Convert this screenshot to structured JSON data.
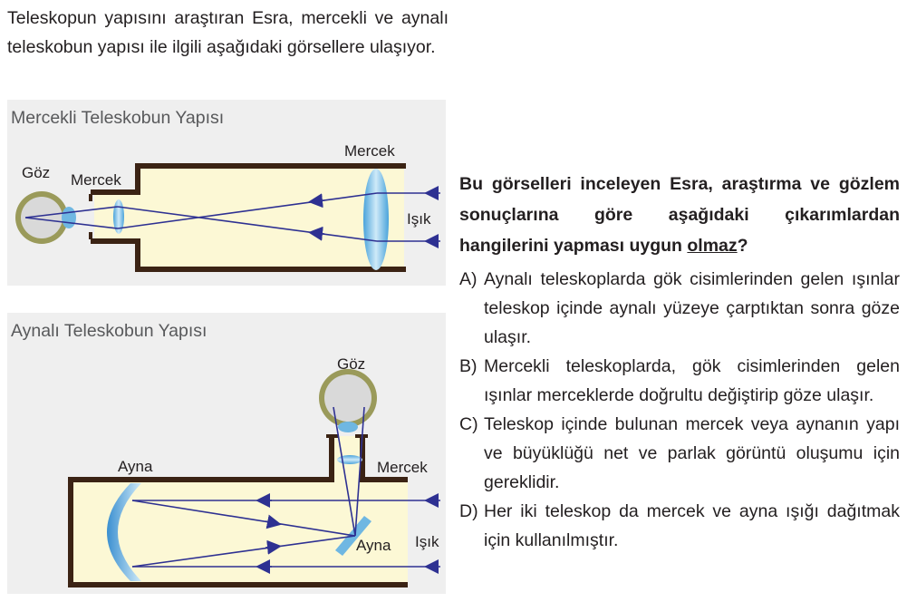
{
  "intro_text": "Teleskopun yapısını araştıran Esra, mercekli ve aynalı teleskobun yapısı ile ilgili aşağıdaki görsellere ulaşıyor.",
  "refracting": {
    "title": "Mercekli Teleskobun Yapısı",
    "label_eye": "Göz",
    "label_eyepiece": "Mercek",
    "label_objective": "Mercek",
    "label_light": "Işık"
  },
  "reflecting": {
    "title": "Aynalı Teleskobun Yapısı",
    "label_eye": "Göz",
    "label_primary_mirror": "Ayna",
    "label_eyepiece": "Mercek",
    "label_secondary_mirror": "Ayna",
    "label_light": "Işık"
  },
  "question": {
    "part1": "Bu görselleri inceleyen Esra, araştırma ve gözlem sonuçlarına göre aşağıdaki çıkarımlardan hangilerini yapması uygun ",
    "emphasis": "olmaz",
    "part2": "?"
  },
  "options": [
    {
      "letter": "A)",
      "text": "Aynalı teleskoplarda gök cisimlerinden gelen ışınlar teleskop içinde aynalı yüzeye çarptıktan sonra göze ulaşır."
    },
    {
      "letter": "B)",
      "text": "Mercekli teleskoplarda, gök cisimlerinden gelen ışınlar merceklerde doğrultu değiştirip göze ulaşır."
    },
    {
      "letter": "C)",
      "text": "Teleskop içinde bulunan mercek veya aynanın yapı ve büyüklüğü net ve parlak görüntü oluşumu için gereklidir."
    },
    {
      "letter": "D)",
      "text": "Her iki teleskop da mercek ve ayna ışığı dağıtmak için kullanılmıştır."
    }
  ],
  "colors": {
    "tube_wall": "#3b2314",
    "tube_fill": "#fcf8d5",
    "ray": "#2e3192",
    "lens": "#6fb7e2",
    "eye_ring": "#9a9a5a"
  }
}
